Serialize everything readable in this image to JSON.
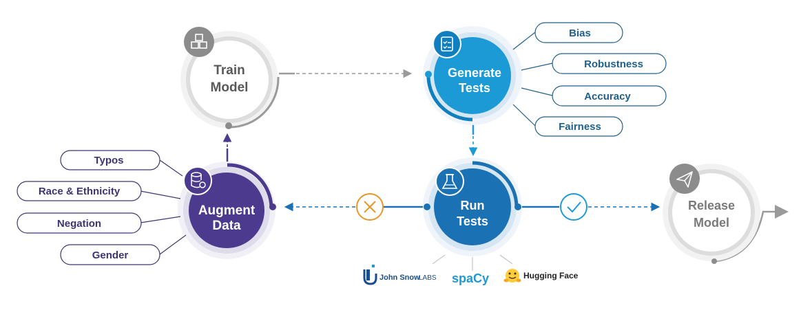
{
  "nodes": {
    "train": {
      "line1": "Train",
      "line2": "Model",
      "icon": "cubes-icon"
    },
    "generate": {
      "line1": "Generate",
      "line2": "Tests",
      "icon": "checklist-icon"
    },
    "run": {
      "line1": "Run",
      "line2": "Tests",
      "icon": "flask-icon"
    },
    "augment": {
      "line1": "Augment",
      "line2": "Data",
      "icon": "database-gear-icon"
    },
    "release": {
      "line1": "Release",
      "line2": "Model",
      "icon": "paper-plane-icon"
    }
  },
  "test_categories": [
    "Bias",
    "Robustness",
    "Accuracy",
    "Fairness"
  ],
  "augmentation_types": [
    "Typos",
    "Race & Ethnicity",
    "Negation",
    "Gender"
  ],
  "outcomes": {
    "fail_icon": "x-circle-icon",
    "pass_icon": "check-circle-icon"
  },
  "integrations": {
    "johnsnow": {
      "brand": "John Snow",
      "suffix": "LABS"
    },
    "spacy": {
      "name": "spaCy"
    },
    "huggingface": {
      "name": "Hugging Face"
    }
  },
  "colors": {
    "train_ring": "#d9d9d9",
    "train_text": "#595959",
    "generate_fill": "#1b9ad6",
    "generate_ring": "#0f7fc0",
    "run_fill": "#1a71b4",
    "augment_fill": "#4b3a8d",
    "fail": "#e8962a",
    "pass": "#1b9ad6",
    "pill_text": "#1f5f8b",
    "aug_pill_text": "#3d3570"
  }
}
